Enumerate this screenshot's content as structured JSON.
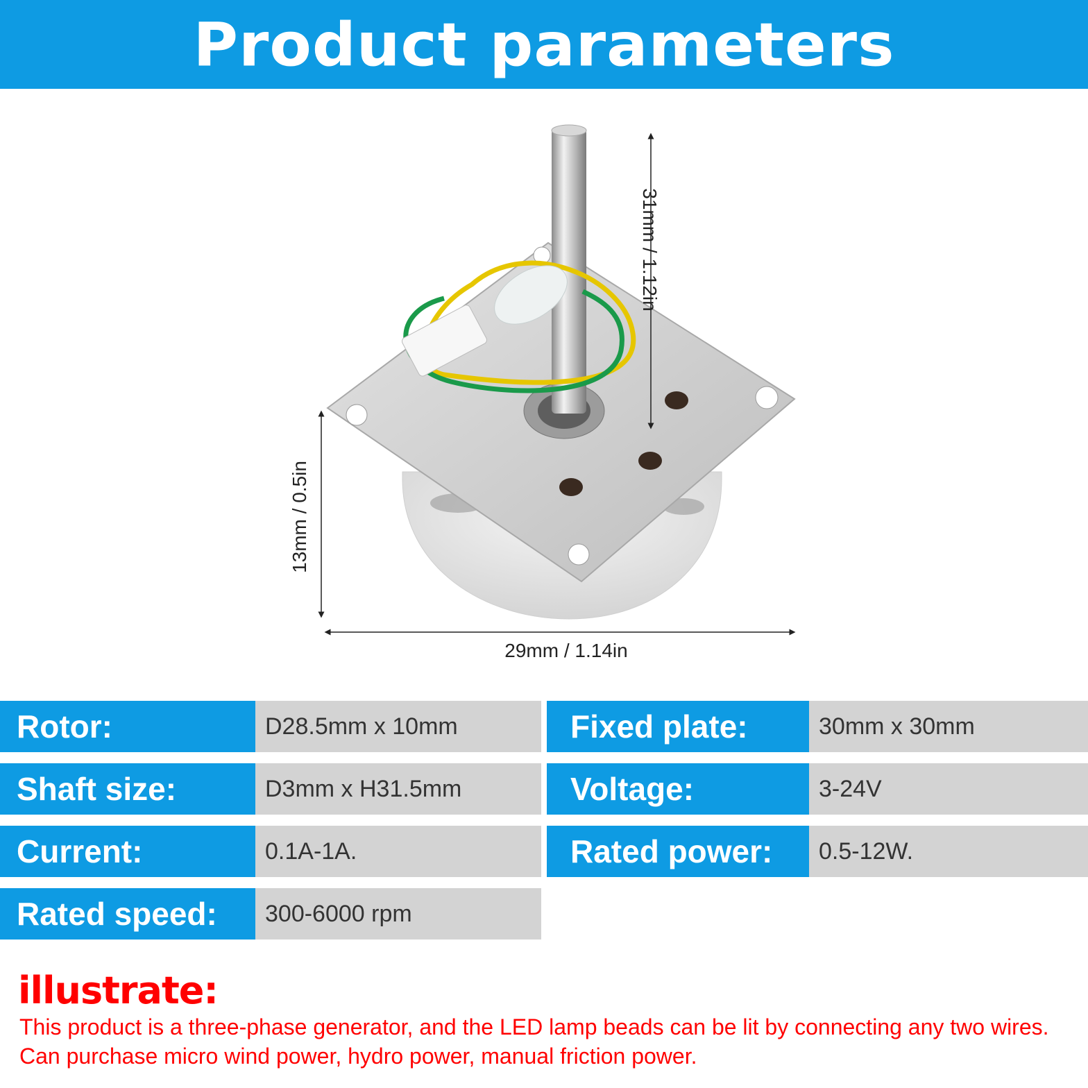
{
  "header": {
    "title": "Product parameters"
  },
  "dimensions": {
    "height_label": "31mm / 1.12in",
    "rotor_height_label": "13mm / 0.5in",
    "width_label": "29mm / 1.14in"
  },
  "specs": [
    {
      "label": "Rotor:",
      "value": "D28.5mm x 10mm"
    },
    {
      "label": "Fixed plate:",
      "value": "30mm x 30mm"
    },
    {
      "label": "Shaft size:",
      "value": "D3mm x H31.5mm"
    },
    {
      "label": "Voltage:",
      "value": "3-24V"
    },
    {
      "label": "Current:",
      "value": "0.1A-1A."
    },
    {
      "label": "Rated power:",
      "value": "0.5-12W."
    },
    {
      "label": "Rated speed:",
      "value": "300-6000 rpm"
    }
  ],
  "illustrate": {
    "title": "illustrate:",
    "lines": [
      "This product is a three-phase generator, and the LED lamp beads can be lit by connecting any two wires.",
      "Can purchase micro wind power, hydro power, manual friction power."
    ]
  },
  "colors": {
    "accent": "#0e9be3",
    "value_bg": "#d3d3d3",
    "note": "#ff0000"
  }
}
